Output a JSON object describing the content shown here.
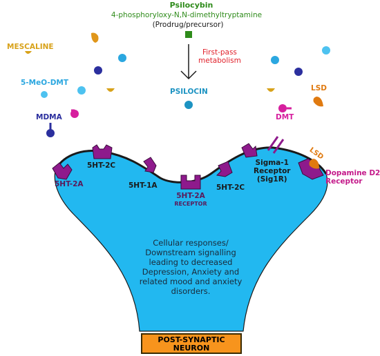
{
  "colors": {
    "cell": "#22b8f0",
    "receptor": "#8e1a8c",
    "psilocybin_green": "#2e8b1a",
    "arrow_label_red": "#e0202a",
    "mescaline": "#d8a21a",
    "meo_dmt": "#2ba7e0",
    "mdma": "#2b2f9e",
    "psilocin": "#1d93c2",
    "dmt": "#d61f9e",
    "lsd": "#e07a10",
    "box": "#f7941d"
  },
  "header": {
    "title": "Psilocybin",
    "chemical": "4-phosphoryloxy-N,N-dimethyltryptamine",
    "note": "(Prodrug/precursor)",
    "metabolism": "First-pass\nmetabolism"
  },
  "ligands": {
    "mescaline": "MESCALINE",
    "meo_dmt": "5-MeO-DMT",
    "mdma": "MDMA",
    "psilocin": "PSILOCIN",
    "dmt": "DMT",
    "lsd_top": "LSD",
    "lsd_bound": "LSD"
  },
  "receptors": {
    "r_5ht2a_left": "5HT-2A",
    "r_5ht2c_left": "5HT-2C",
    "r_5ht1a": "5HT-1A",
    "r_5ht2a_center": "5HT-2A",
    "r_5ht2a_center_sub": "RECEPTOR",
    "r_5ht2c_right": "5HT-2C",
    "sigma1": "Sigma-1\nReceptor\n(Sig1R)",
    "dopamine": "Dopamine D2\nReceptor"
  },
  "body_text": "Cellular responses/\nDownstream signalling\nleading to decreased\nDepression, Anxiety and\nrelated mood and anxiety\ndisorders.",
  "neuron_box": "POST-SYNAPTIC\nNEURON"
}
